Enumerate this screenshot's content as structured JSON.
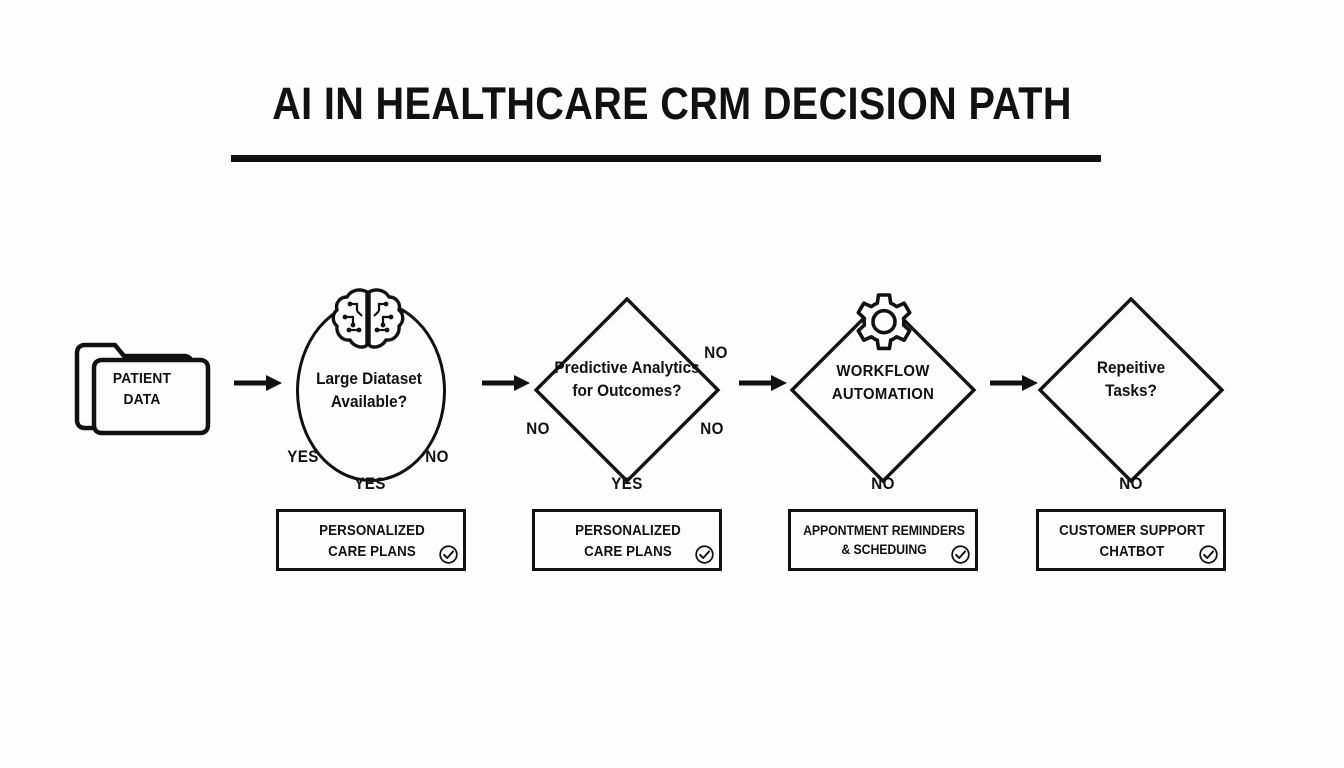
{
  "header": {
    "title": "AI IN HEALTHCARE CRM DECISION PATH"
  },
  "flow": {
    "start": {
      "label_line1": "PATIENT",
      "label_line2": "DATA",
      "icon": "folder-icon"
    },
    "nodes": [
      {
        "id": "large-dataset",
        "shape": "circle",
        "icon": "brain-icon",
        "text_line1": "Large Diataset",
        "text_line2": "Available?",
        "branch_left": "YES",
        "branch_right": "NO",
        "branch_bottom": "YES"
      },
      {
        "id": "predictive-analytics",
        "shape": "diamond",
        "icon": "",
        "text_line1": "Predictive Analytics",
        "text_line2": "for Outcomes?",
        "branch_top_right": "NO",
        "branch_left": "NO",
        "branch_right": "NO",
        "branch_bottom": "YES"
      },
      {
        "id": "workflow-automation",
        "shape": "diamond",
        "icon": "gear-icon",
        "text_line1": "WORKFLOW",
        "text_line2": "AUTOMATION",
        "branch_bottom": "NO"
      },
      {
        "id": "repetitive-tasks",
        "shape": "diamond",
        "icon": "",
        "text_line1": "Repeitive",
        "text_line2": "Tasks?",
        "branch_bottom": "NO"
      }
    ],
    "results": [
      {
        "id": "personalized-care-plans-1",
        "text_line1": "PERSONALIZED",
        "text_line2": "CARE PLANS",
        "status_icon": "check-circle-icon"
      },
      {
        "id": "personalized-care-plans-2",
        "text_line1": "PERSONALIZED",
        "text_line2": "CARE PLANS",
        "status_icon": "check-circle-icon"
      },
      {
        "id": "appointment-reminders",
        "text_line1": "APPONTMENT REMINDERS",
        "text_line2": "& SCHEDUING",
        "status_icon": "check-circle-icon"
      },
      {
        "id": "customer-support-chatbot",
        "text_line1": "CUSTOMER SUPPORT",
        "text_line2": "CHATBOT",
        "status_icon": "check-circle-icon"
      }
    ],
    "connectors": [
      {
        "id": "arrow-1",
        "type": "arrow-right-icon"
      },
      {
        "id": "arrow-2",
        "type": "arrow-right-icon"
      },
      {
        "id": "arrow-3",
        "type": "arrow-right-icon"
      },
      {
        "id": "arrow-4",
        "type": "arrow-right-icon"
      }
    ]
  },
  "colors": {
    "ink": "#111111",
    "background": "#fdfdfe"
  }
}
